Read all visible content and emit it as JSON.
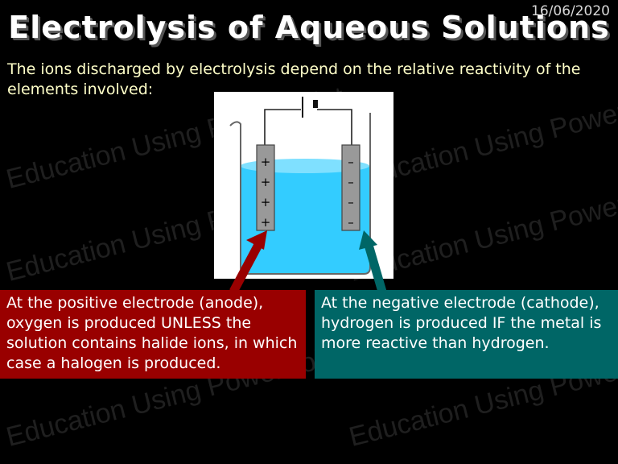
{
  "slide": {
    "date": "16/06/2020",
    "title": "Electrolysis of Aqueous Solutions",
    "intro": "The ions discharged by electrolysis depend on the relative reactivity of the elements involved:",
    "watermark": "Education Using PowerPoint",
    "anode_signs": [
      "+",
      "+",
      "+",
      "+"
    ],
    "cathode_signs": [
      "–",
      "–",
      "–",
      "–"
    ],
    "anode_text": "At the positive electrode (anode), oxygen is produced UNLESS the solution contains halide ions, in which case a halogen is produced.",
    "cathode_text": "At the negative electrode (cathode), hydrogen is produced IF the metal is more reactive than hydrogen."
  },
  "colors": {
    "background": "#000000",
    "anode_box": "#990000",
    "cathode_box": "#006666",
    "solution": "#33ccff",
    "intro_text": "#ffffc8"
  }
}
